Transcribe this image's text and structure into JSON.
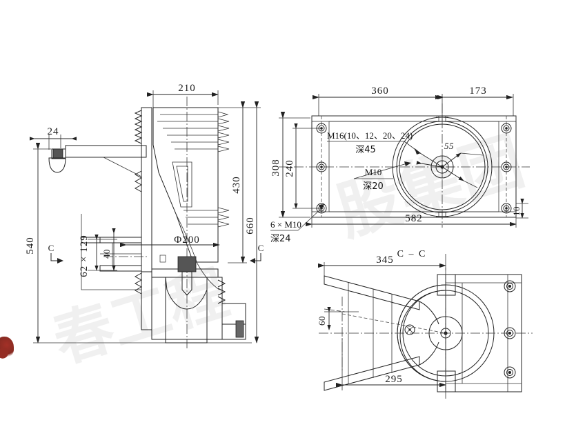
{
  "drawing": {
    "title": "Contact box / bushing assembly engineering drawing",
    "views": [
      {
        "name": "front-section-view",
        "label": ""
      },
      {
        "name": "top-plan-view",
        "label": ""
      },
      {
        "name": "section-c-c-view",
        "label": "C - C"
      }
    ]
  },
  "front_view": {
    "dimensions": {
      "top_width": "210",
      "left_offset": "24",
      "overall_height": "540",
      "bushing_height": "430",
      "total_height": "660",
      "bore_diameter": "Φ200",
      "slot": "62 × 129",
      "slot_height": "40"
    },
    "section_marks": {
      "left": "C",
      "right": "C"
    }
  },
  "top_view": {
    "dimensions": {
      "main_length": "360",
      "right_length": "173",
      "overall_length": "582",
      "overall_height": "308",
      "bolt_spacing": "240",
      "plate_thickness": "10",
      "circle_note": "55"
    },
    "notes": {
      "thread_main": "M16(10、12、20、24)",
      "thread_main_depth": "深45",
      "thread_small": "M10",
      "thread_small_depth": "深20",
      "bolt_pattern": "6 × M10",
      "bolt_pattern_depth": "深24"
    }
  },
  "section_view": {
    "title": "C - C",
    "dimensions": {
      "arm_length": "345",
      "base_length": "295",
      "gap": "60"
    }
  },
  "colors": {
    "line": "#222222",
    "text": "#111111",
    "background": "#ffffff",
    "watermark": "#000000",
    "stamp": "#8d1c12"
  }
}
